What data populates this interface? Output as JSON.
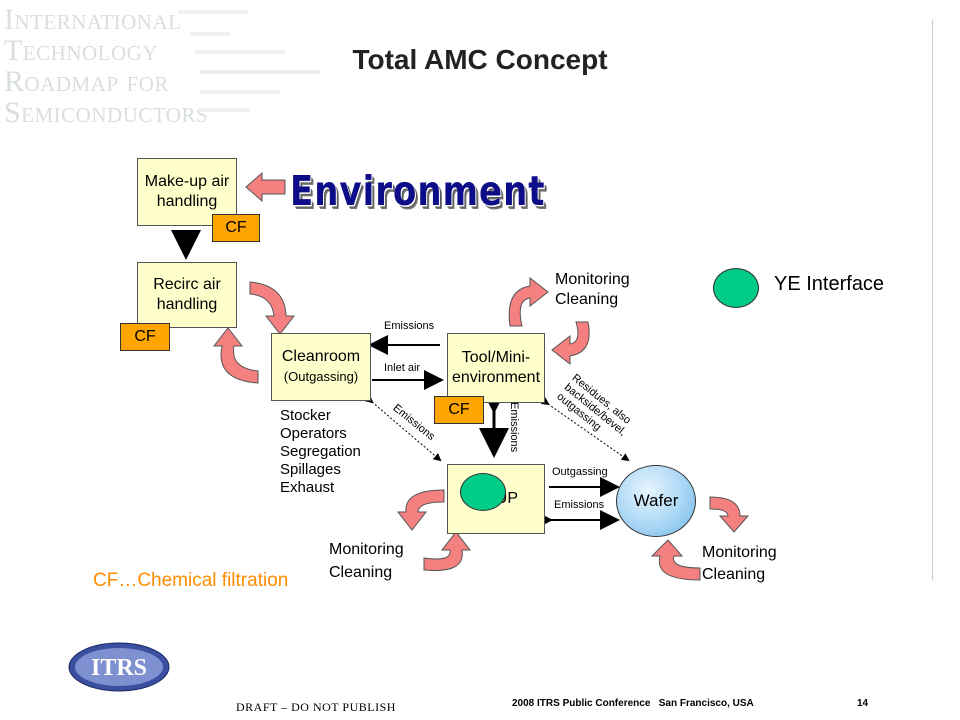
{
  "title": "Total AMC Concept",
  "environment_label": "Environment",
  "nodes": {
    "makeup": "Make-up air handling",
    "recirc": "Recirc air handling",
    "cleanroom_line1": "Cleanroom",
    "cleanroom_line2": "(Outgassing)",
    "tool": "Tool/Mini-environment",
    "up": "UP",
    "wafer": "Wafer"
  },
  "cf_label": "CF",
  "legend": {
    "ye_interface": "YE Interface",
    "cf_note": "CF…Chemical filtration"
  },
  "cleanroom_sources": [
    "Stocker",
    "Operators",
    "Segregation",
    "Spillages",
    "Exhaust"
  ],
  "monitoring": {
    "line1": "Monitoring",
    "line2": "Cleaning"
  },
  "flows": {
    "emissions": "Emissions",
    "inlet_air": "Inlet air",
    "outgassing": "Outgassing",
    "residues": "Residues, also backside/bevel, outgassing"
  },
  "footer": {
    "draft": "DRAFT – DO NOT PUBLISH",
    "conference": "2008 ITRS Public Conference",
    "location": "San Francisco, USA",
    "page": "14"
  },
  "logo_text": "ITRS",
  "watermark_title": "International Technology Roadmap for Semiconductors"
}
